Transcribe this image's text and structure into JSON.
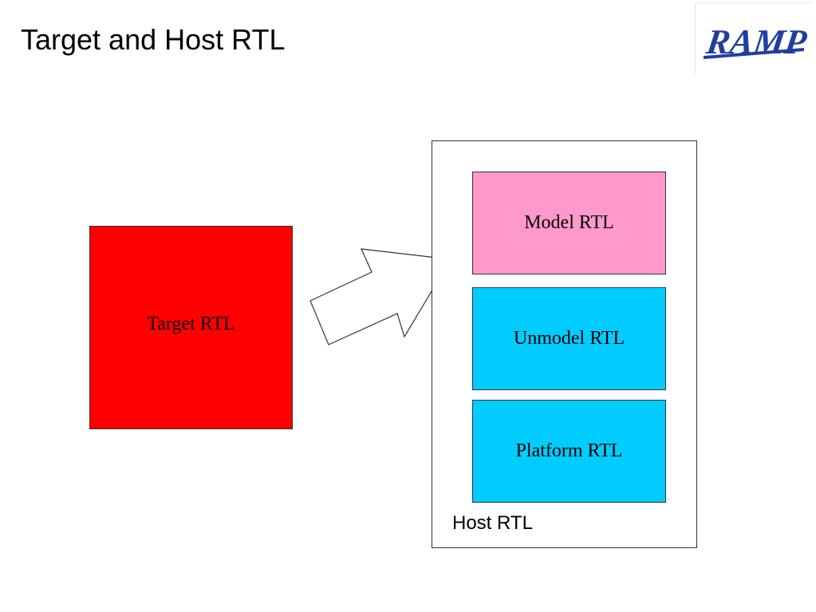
{
  "title": "Target and Host RTL",
  "logo": {
    "text": "RAMP",
    "text_color": "#1f3f9f",
    "bar_color": "#1f3f9f"
  },
  "diagram": {
    "target": {
      "label": "Target RTL",
      "fill": "#ff0000"
    },
    "arrow": {
      "direction": "target-to-host",
      "fill": "#ffffff",
      "stroke": "#333333"
    },
    "host": {
      "label": "Host RTL",
      "fill": "#ffffff",
      "blocks": [
        {
          "label": "Model RTL",
          "fill": "#ff99cc"
        },
        {
          "label": "Unmodel RTL",
          "fill": "#00ccff"
        },
        {
          "label": "Platform RTL",
          "fill": "#00ccff"
        }
      ]
    }
  }
}
